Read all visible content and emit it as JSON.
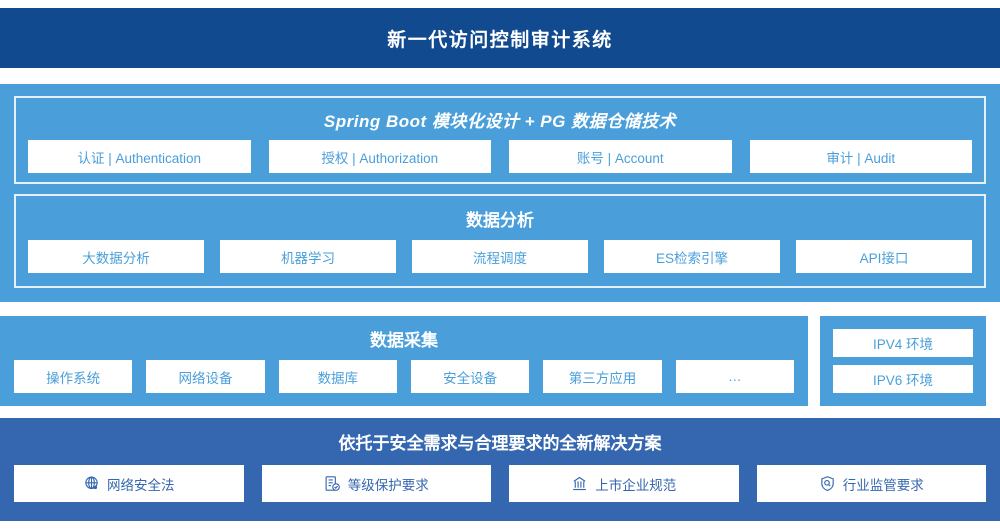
{
  "header": {
    "title": "新一代访问控制审计系统"
  },
  "colors": {
    "header_bg": "#114A8F",
    "light_blue": "#4A9FDA",
    "dark_blue": "#3467AF",
    "card_bg": "#FFFFFF",
    "light_text": "#4A9FDA",
    "dark_text": "#3467AF"
  },
  "platform": {
    "springboot": {
      "title": "Spring Boot 模块化设计 + PG 数据仓储技术",
      "cards": [
        {
          "label": "认证 | Authentication"
        },
        {
          "label": "授权 | Authorization"
        },
        {
          "label": "账号 | Account"
        },
        {
          "label": "审计 | Audit"
        }
      ]
    },
    "analysis": {
      "title": "数据分析",
      "cards": [
        {
          "label": "大数据分析"
        },
        {
          "label": "机器学习"
        },
        {
          "label": "流程调度"
        },
        {
          "label": "ES检索引擎"
        },
        {
          "label": "API接口"
        }
      ]
    }
  },
  "collect": {
    "title": "数据采集",
    "cards": [
      {
        "label": "操作系统"
      },
      {
        "label": "网络设备"
      },
      {
        "label": "数据库"
      },
      {
        "label": "安全设备"
      },
      {
        "label": "第三方应用"
      },
      {
        "label": "…"
      }
    ]
  },
  "ipv": {
    "cards": [
      {
        "label": "IPV4 环境"
      },
      {
        "label": "IPV6 环境"
      }
    ]
  },
  "solution": {
    "title": "依托于安全需求与合理要求的全新解决方案",
    "cards": [
      {
        "label": "网络安全法",
        "icon": "globe-network-icon"
      },
      {
        "label": "等级保护要求",
        "icon": "document-check-icon"
      },
      {
        "label": "上市企业规范",
        "icon": "bank-building-icon"
      },
      {
        "label": "行业监管要求",
        "icon": "shield-search-icon"
      }
    ]
  }
}
